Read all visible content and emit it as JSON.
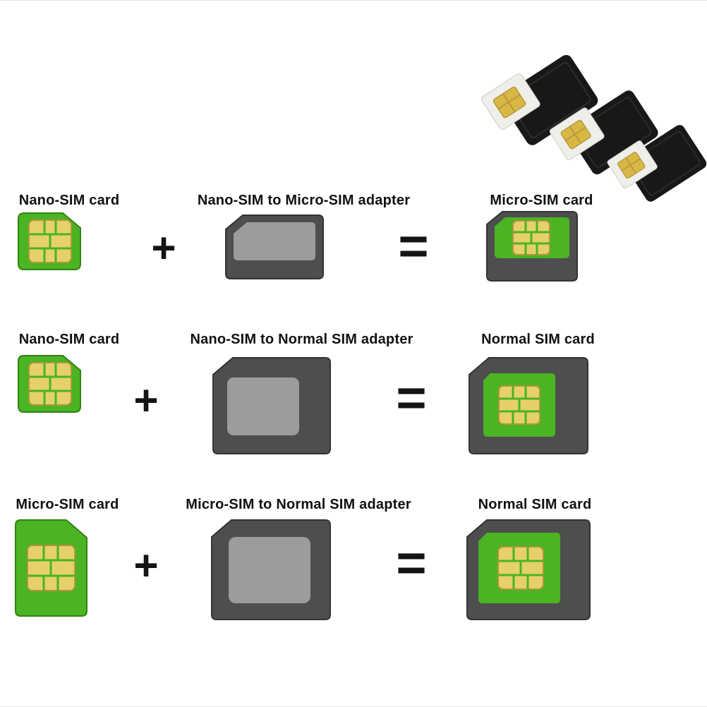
{
  "operators": {
    "plus": "+",
    "equals": "="
  },
  "rows": [
    {
      "left_label": "Nano-SIM card",
      "middle_label": "Nano-SIM to Micro-SIM adapter",
      "right_label": "Micro-SIM card"
    },
    {
      "left_label": "Nano-SIM card",
      "middle_label": "Nano-SIM to Normal SIM adapter",
      "right_label": "Normal SIM card"
    },
    {
      "left_label": "Micro-SIM card",
      "middle_label": "Micro-SIM to Normal SIM adapter",
      "right_label": "Normal SIM card"
    }
  ],
  "colors": {
    "background": "#ffffff",
    "text": "#111111",
    "sim_green": "#4ab423",
    "sim_green_border": "#338214",
    "contact_gold": "#e6d06a",
    "contact_gold_border": "#b3953b",
    "adapter_dark": "#4e4e4e",
    "adapter_cutout_gray": "#9c9c9c",
    "photo_adapter_black": "#181818",
    "photo_sim_white": "#efefe9",
    "photo_chip_gold": "#d8b845"
  }
}
